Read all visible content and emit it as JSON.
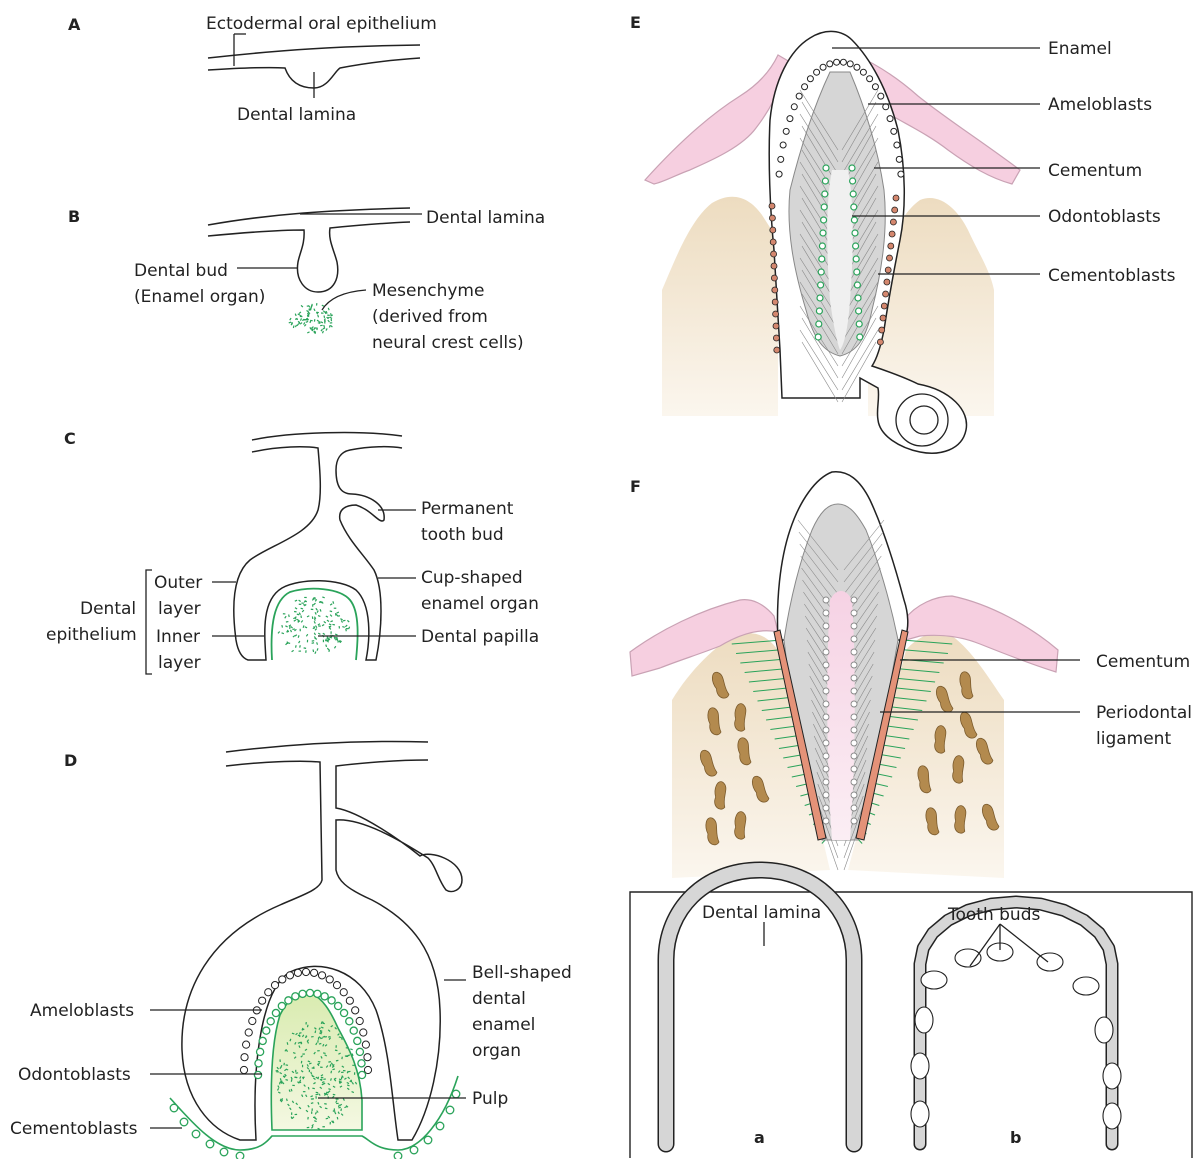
{
  "panels": {
    "A": {
      "letter": "A",
      "epithelium": "Ectodermal oral epithelium",
      "lamina": "Dental lamina"
    },
    "B": {
      "letter": "B",
      "lamina": "Dental lamina",
      "bud1": "Dental bud",
      "bud2": "(Enamel organ)",
      "mes1": "Mesenchyme",
      "mes2": "(derived from",
      "mes3": "neural crest cells)"
    },
    "C": {
      "letter": "C",
      "perm1": "Permanent",
      "perm2": "tooth bud",
      "cup1": "Cup-shaped",
      "cup2": "enamel organ",
      "outer1": "Outer",
      "outer2": "layer",
      "dental1": "Dental",
      "dental2": "epithelium",
      "inner1": "Inner",
      "inner2": "layer",
      "papilla": "Dental papilla"
    },
    "D": {
      "letter": "D",
      "bell1": "Bell-shaped",
      "bell2": "dental",
      "bell3": "enamel",
      "bell4": "organ",
      "ameloblasts": "Ameloblasts",
      "odontoblasts": "Odontoblasts",
      "cementoblasts": "Cementoblasts",
      "pulp": "Pulp"
    },
    "E": {
      "letter": "E",
      "enamel": "Enamel",
      "ameloblasts": "Ameloblasts",
      "cementum": "Cementum",
      "odontoblasts": "Odontoblasts",
      "cementoblasts": "Cementoblasts"
    },
    "F": {
      "letter": "F",
      "cementum": "Cementum",
      "perio1": "Periodontal",
      "perio2": "ligament"
    },
    "inset": {
      "lamina": "Dental lamina",
      "buds": "Tooth buds",
      "a": "a",
      "b": "b"
    }
  },
  "colors": {
    "green": "#2aa35a",
    "pink": "#f6cfe0",
    "pink_stroke": "#c9a2b4",
    "bone_fill": "#efe2c8",
    "bone_spots": "#b38a4e",
    "cementum": "#e49278",
    "cementoblast_dot": "#d4876e",
    "dentin": "#d6d6d6",
    "pulp_green": "#e5f0c5",
    "pulp_pink": "#f7dbe8"
  }
}
